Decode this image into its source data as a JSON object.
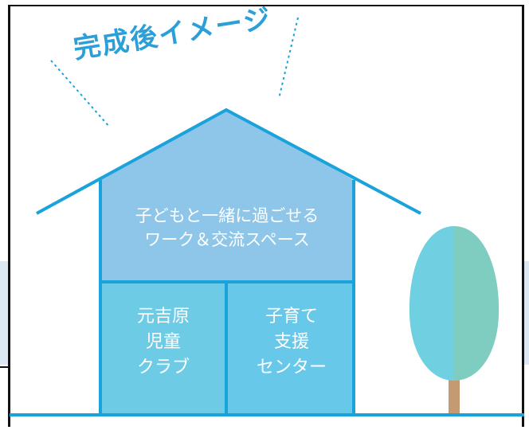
{
  "caption": "完成後イメージ",
  "top_room": {
    "line1": "子どもと一緒に過ごせる",
    "line2": "ワーク＆交流スペース"
  },
  "left_room": {
    "line1": "元吉原",
    "line2": "児童",
    "line3": "クラブ"
  },
  "right_room": {
    "line1": "子育て",
    "line2": "支援",
    "line3": "センター"
  },
  "colors": {
    "outline": "#1aa3db",
    "top_room_fill": "#8ec6ea",
    "left_room_fill": "#6dcbe6",
    "right_room_fill": "#68c8ea",
    "caption": "#2a9fd8",
    "tree_light": "#6ed0e0",
    "tree_dark": "#7ecdc0",
    "trunk": "#c49a73",
    "background_band": "#dbe8f4"
  }
}
